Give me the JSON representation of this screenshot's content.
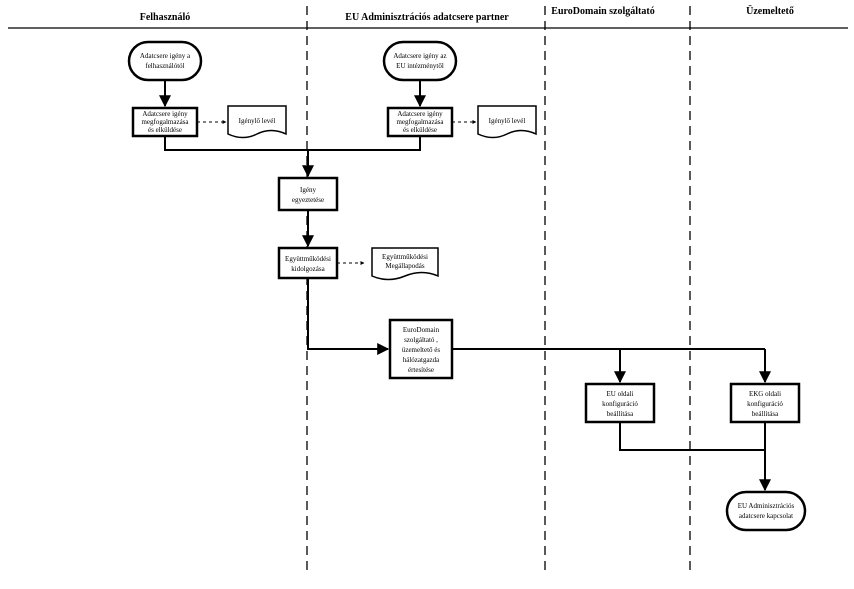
{
  "lanes": [
    {
      "title": "Felhasználó"
    },
    {
      "title": "EU Adminisztrációs adatcsere partner"
    },
    {
      "title": "EuroDomain szolgáltató"
    },
    {
      "title": "Üzemeltető"
    }
  ],
  "nodes": {
    "start_user": [
      "Adatcsere igény a",
      "felhasználótól"
    ],
    "start_eu": [
      "Adatcsere igény az",
      "EU intézménytől"
    ],
    "proc_user": [
      "Adatcsere igény",
      "megfogalmazása",
      "és elküldése"
    ],
    "doc_user": [
      "Igénylő levél"
    ],
    "proc_eu": [
      "Adatcsere igény",
      "megfogalmazása",
      "és elküldése"
    ],
    "doc_eu": [
      "Igénylő levél"
    ],
    "proc_agree": [
      "Igény",
      "egyeztetése"
    ],
    "proc_coop": [
      "Együttműködési",
      "kidolgozása"
    ],
    "doc_coop": [
      "Együttműködési",
      "Megállapodás"
    ],
    "proc_notify": [
      "EuroDomain",
      "szolgáltató ,",
      "üzemeltető és",
      "hálózatgazda",
      "értesítése"
    ],
    "proc_eu_cfg": [
      "EU oldali",
      "konfiguráció",
      "beállítása"
    ],
    "proc_ekg_cfg": [
      "EKG oldali",
      "konfiguráció",
      "beállítása"
    ],
    "end_conn": [
      "EU Adminisztrációs",
      "adatcsere kapcsolat"
    ]
  }
}
